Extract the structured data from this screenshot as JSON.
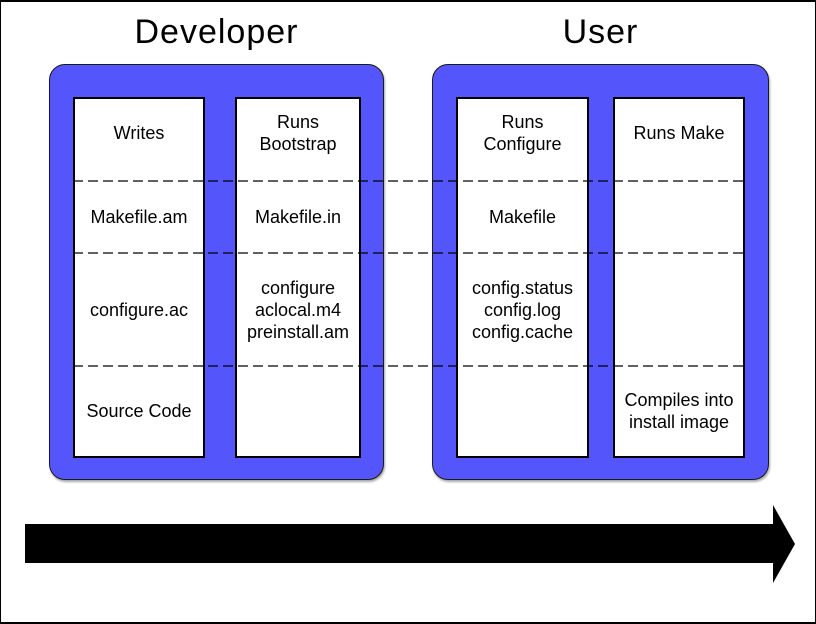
{
  "groups": [
    {
      "title": "Developer",
      "columns": [
        {
          "role": "developer-writes",
          "sections": [
            "Writes",
            "Makefile.am",
            "configure.ac",
            "Source Code"
          ]
        },
        {
          "role": "developer-runs-bootstrap",
          "sections": [
            "Runs\nBootstrap",
            "Makefile.in",
            "configure\naclocal.m4\npreinstall.am",
            ""
          ]
        }
      ]
    },
    {
      "title": "User",
      "columns": [
        {
          "role": "user-runs-configure",
          "sections": [
            "Runs\nConfigure",
            "Makefile",
            "config.status\nconfig.log\nconfig.cache",
            ""
          ]
        },
        {
          "role": "user-runs-make",
          "sections": [
            "Runs Make",
            "",
            "",
            "Compiles into\ninstall image"
          ]
        }
      ]
    }
  ],
  "arrow": {
    "icon": "right-arrow-icon",
    "direction": "right"
  },
  "colors": {
    "group_fill": "#5455FB",
    "group_border": "#1B1B1B",
    "column_fill": "#FFFFFF",
    "column_border": "#000000",
    "dashed_line": "#666666",
    "arrow": "#000000",
    "text": "#000000",
    "background": "#FFFFFF"
  }
}
